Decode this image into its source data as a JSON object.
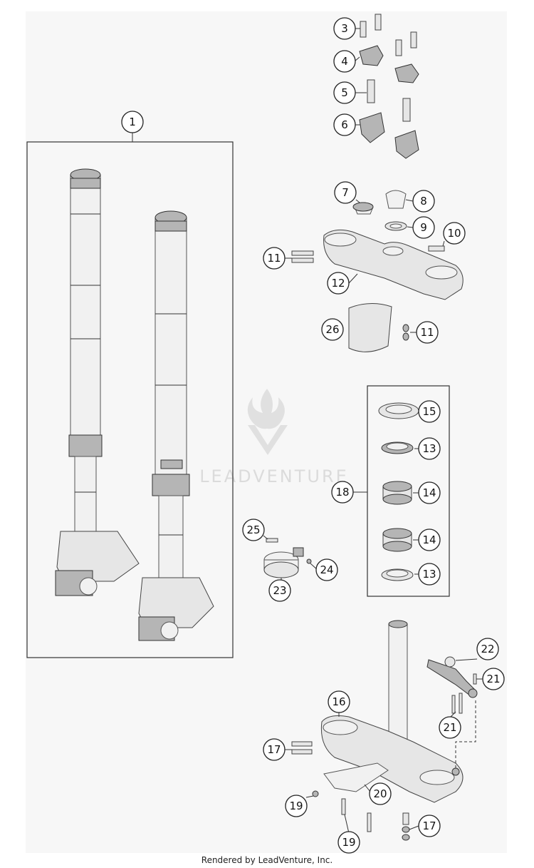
{
  "diagram": {
    "callouts": [
      "1",
      "3",
      "4",
      "5",
      "6",
      "7",
      "8",
      "9",
      "10",
      "11",
      "12",
      "26",
      "11",
      "15",
      "13",
      "18",
      "14",
      "14",
      "13",
      "25",
      "24",
      "23",
      "22",
      "21",
      "21",
      "16",
      "17",
      "19",
      "20",
      "17",
      "19"
    ]
  },
  "watermark": {
    "text": "LEADVENTURE"
  },
  "footer": {
    "text": "Rendered by LeadVenture, Inc."
  }
}
